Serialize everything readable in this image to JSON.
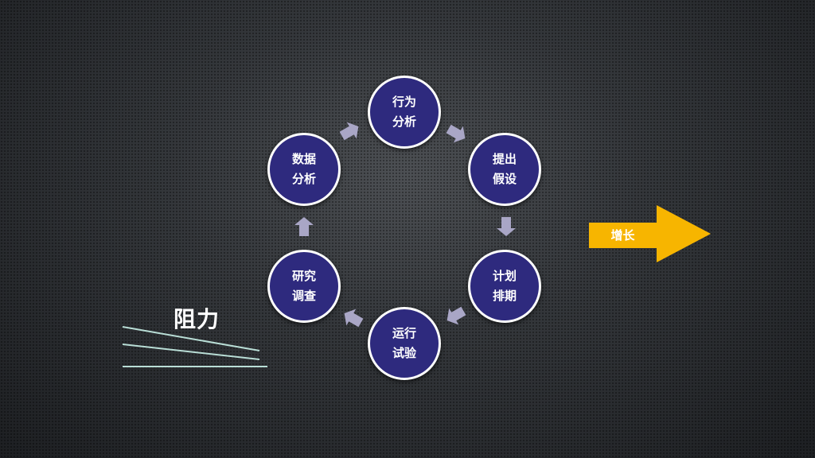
{
  "cycle": {
    "node1": {
      "line1": "行为",
      "line2": "分析"
    },
    "node2": {
      "line1": "提出",
      "line2": "假设"
    },
    "node3": {
      "line1": "计划",
      "line2": "排期"
    },
    "node4": {
      "line1": "运行",
      "line2": "试验"
    },
    "node5": {
      "line1": "研究",
      "line2": "调查"
    },
    "node6": {
      "line1": "数据",
      "line2": "分析"
    }
  },
  "growth": {
    "label": "增长"
  },
  "resistance": {
    "label": "阻力"
  },
  "colors": {
    "node_fill": "#2e2a7e",
    "node_border": "#ffffff",
    "cycle_arrow": "#a9a6c6",
    "growth_arrow": "#f7b500",
    "resistance_lines": "#b9ded6"
  }
}
